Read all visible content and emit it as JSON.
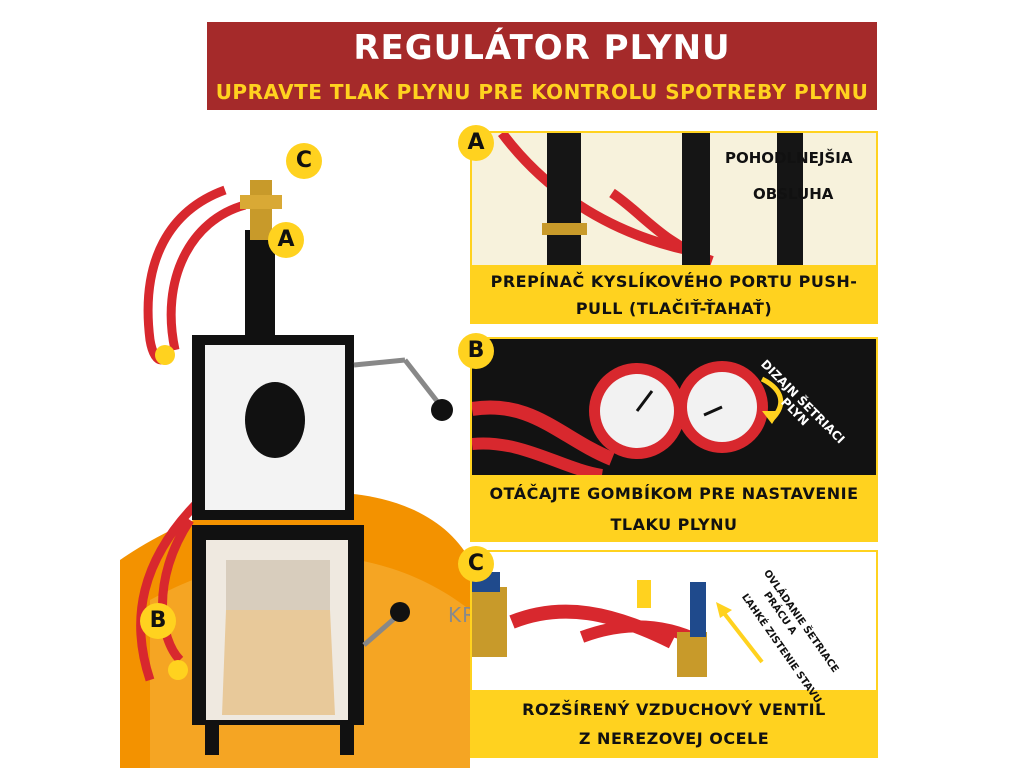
{
  "header": {
    "title": "REGULÁTOR PLYNU",
    "subtitle": "UPRAVTE TLAK PLYNU PRE KONTROLU SPOTREBY PLYNU"
  },
  "left": {
    "badge_a": "A",
    "badge_b": "B",
    "badge_c": "C"
  },
  "panels": [
    {
      "letter": "A",
      "overlay_line1": "POHODLNEJŠIA",
      "overlay_line2": "OBSLUHA",
      "caption_line1": "PREPÍNAČ KYSLÍKOVÉHO PORTU PUSH-",
      "caption_line2": "PULL (TLAČIŤ-ŤAHAŤ)"
    },
    {
      "letter": "B",
      "overlay_line1": "DIZAJN ŠETRIACI",
      "overlay_line2": "PLYN",
      "caption_line1": "OTÁČAJTE GOMBÍKOM PRE NASTAVENIE",
      "caption_line2": "TLAKU PLYNU"
    },
    {
      "letter": "C",
      "overlay_line1": "OVLÁDANIE ŠETRIACE",
      "overlay_line2": "PRÁCU A",
      "overlay_line3": "ĽAHKÉ ZISTENIE STAVU",
      "caption_line1": "ROZŠÍRENÝ VZDUCHOVÝ VENTIL",
      "caption_line2": "Z NEREZOVEJ OCELE"
    }
  ],
  "watermark": "KRAFTECH",
  "colors": {
    "banner": "#a52a2a",
    "accent_yellow": "#ffd21f",
    "hose_red": "#d8282e",
    "orange_bg": "#f39200"
  }
}
